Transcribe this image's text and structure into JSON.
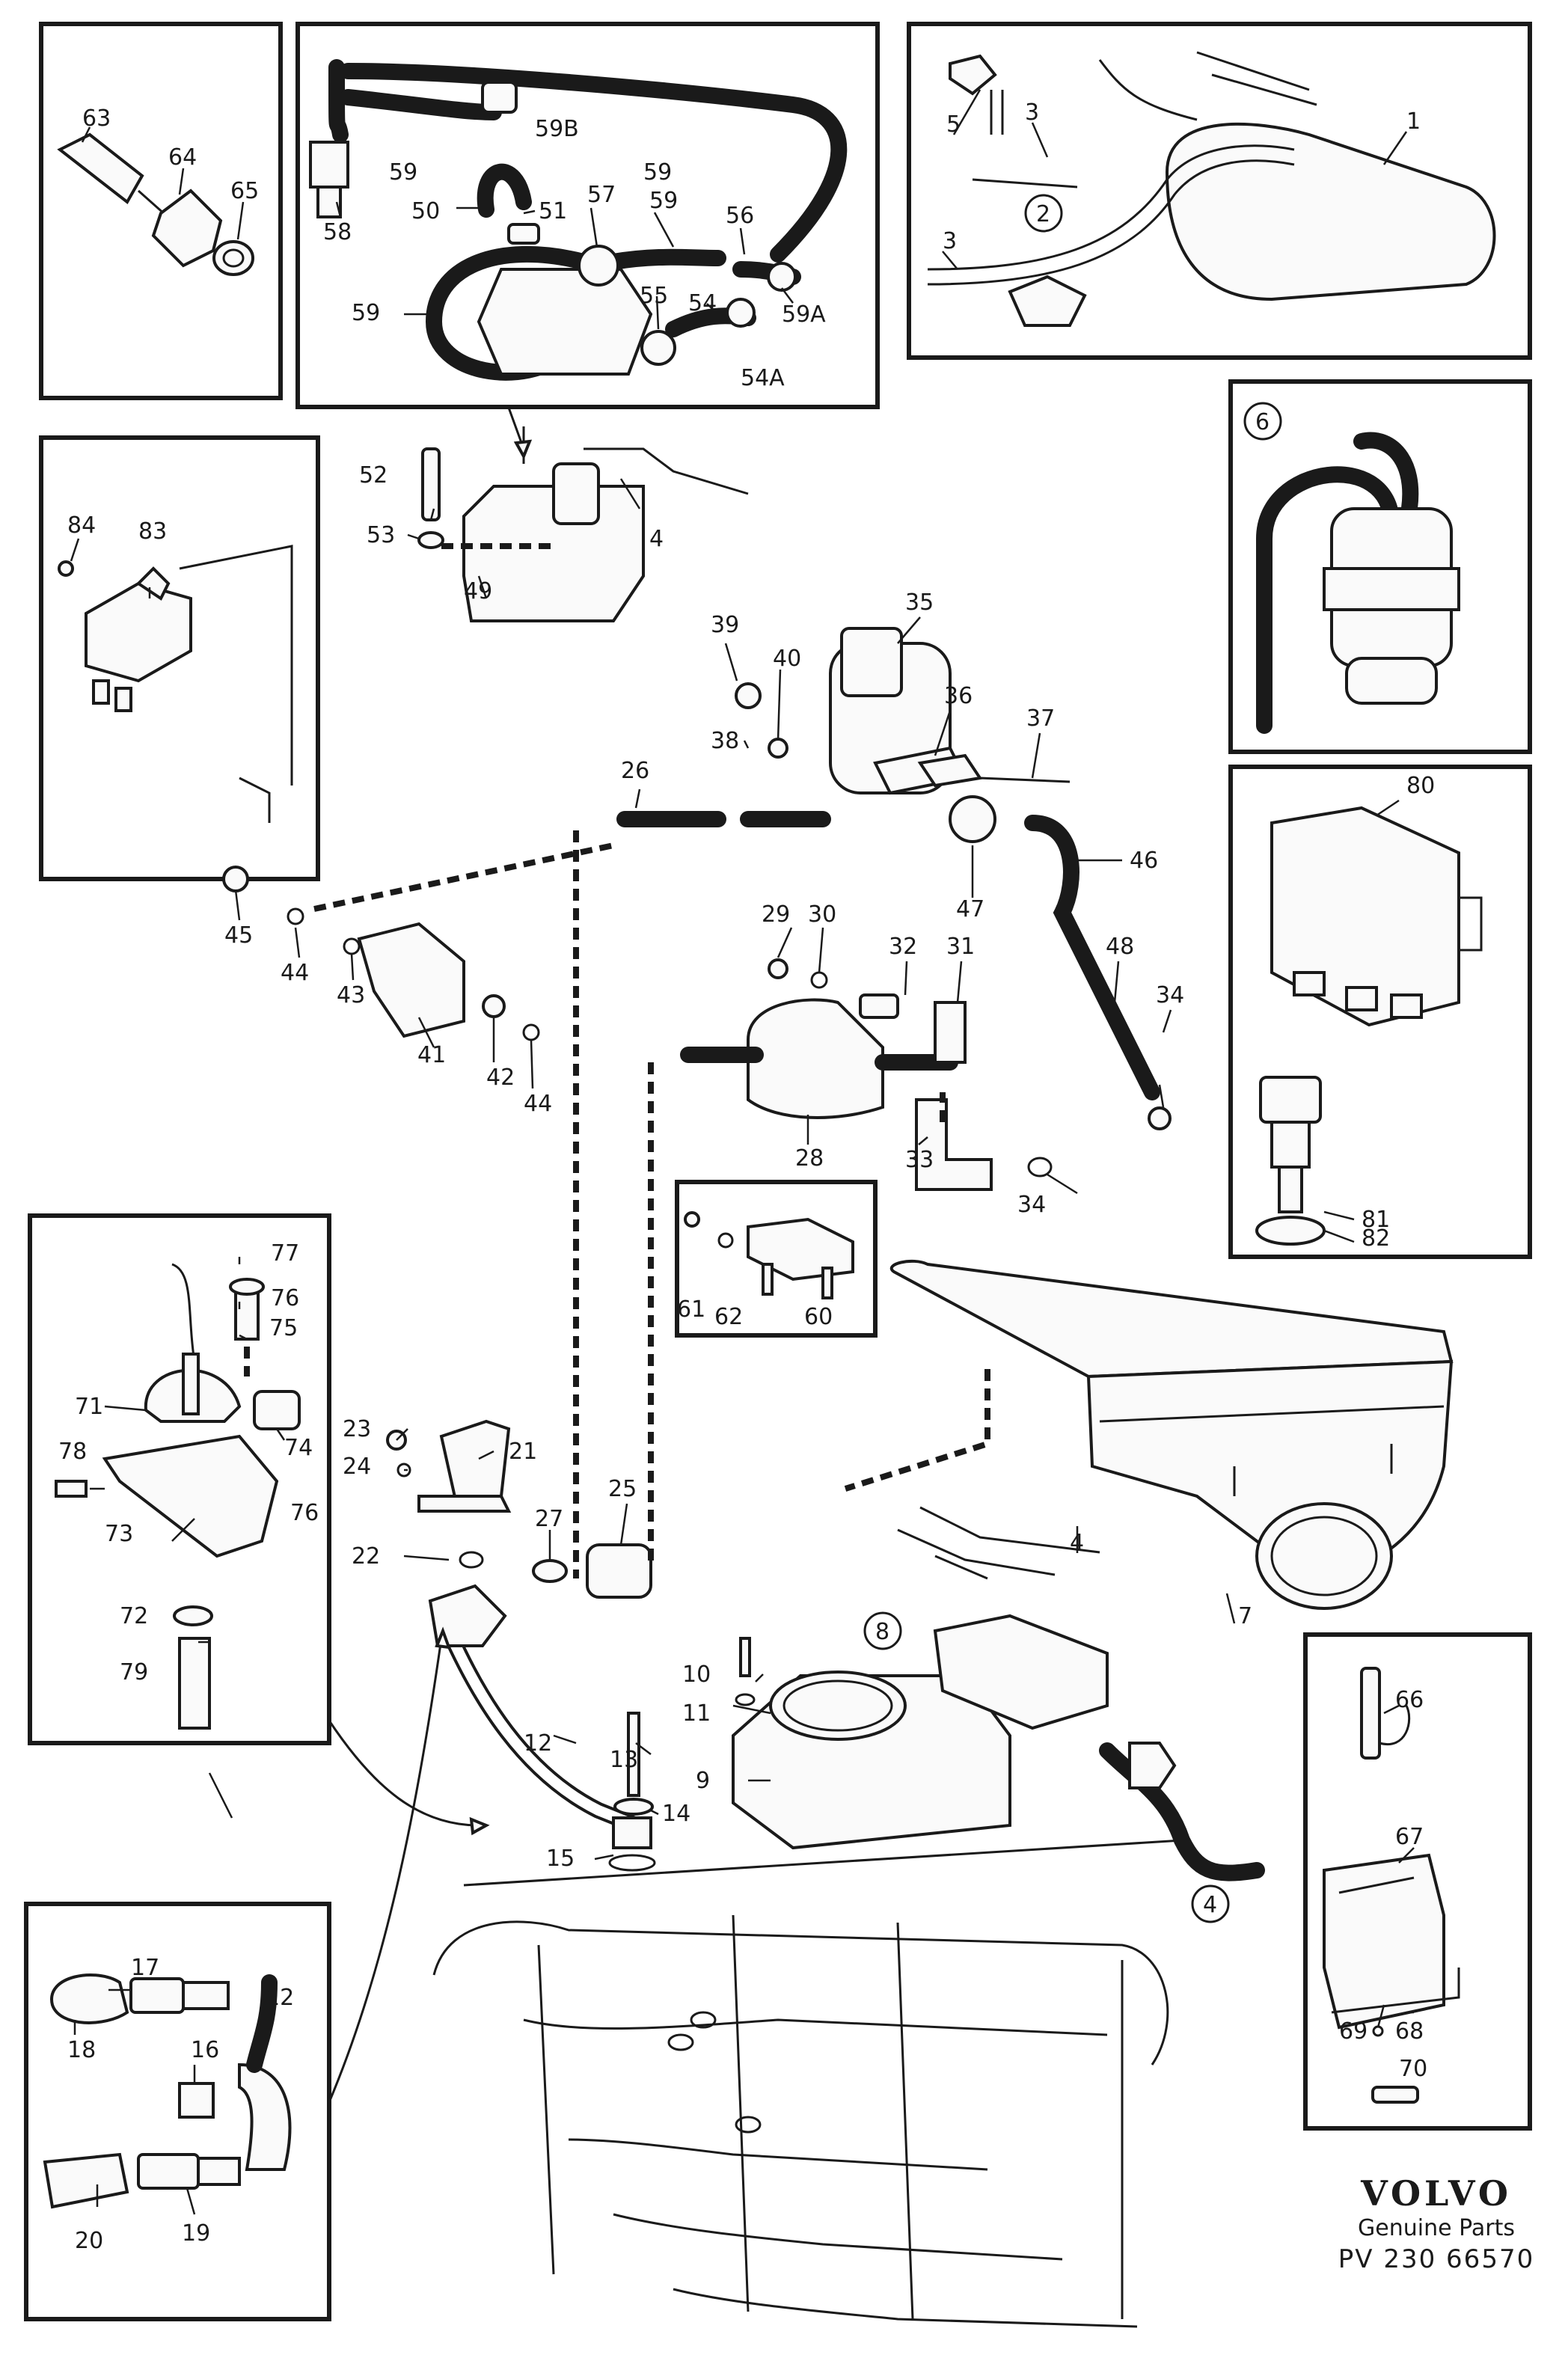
{
  "callouts": [
    "1",
    "2",
    "3",
    "3",
    "4",
    "4",
    "4",
    "5",
    "6",
    "7",
    "8",
    "9",
    "10",
    "11",
    "12",
    "12",
    "13",
    "14",
    "15",
    "16",
    "17",
    "18",
    "19",
    "20",
    "21",
    "22",
    "23",
    "24",
    "25",
    "26",
    "27",
    "28",
    "29",
    "30",
    "31",
    "32",
    "33",
    "34",
    "34",
    "35",
    "36",
    "37",
    "38",
    "39",
    "40",
    "41",
    "42",
    "43",
    "44",
    "44",
    "45",
    "46",
    "47",
    "48",
    "49",
    "50",
    "51",
    "52",
    "53",
    "54",
    "54A",
    "55",
    "56",
    "57",
    "58",
    "59",
    "59",
    "59",
    "59",
    "59A",
    "59B",
    "60",
    "61",
    "62",
    "63",
    "64",
    "65",
    "66",
    "67",
    "68",
    "69",
    "70",
    "71",
    "72",
    "73",
    "74",
    "75",
    "76",
    "76",
    "77",
    "78",
    "79",
    "80",
    "81",
    "82",
    "83",
    "84"
  ],
  "brand": {
    "logo": "VOLVO",
    "subtitle": "Genuine Parts",
    "code": "PV 230 66570"
  }
}
